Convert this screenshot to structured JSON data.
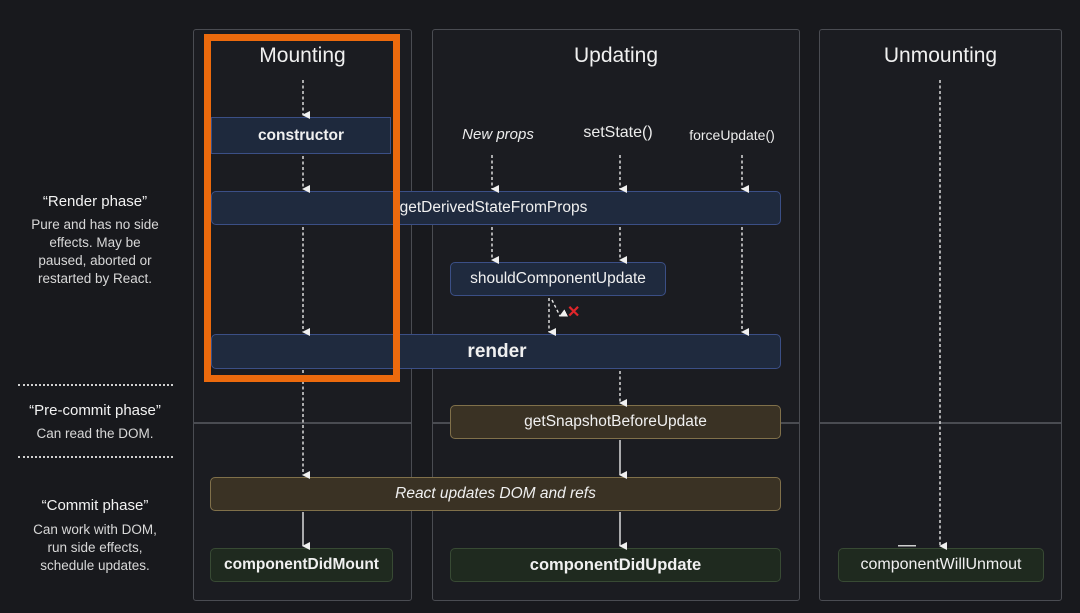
{
  "sidebar": {
    "render_phase": {
      "title": "“Render phase”",
      "lines": [
        "Pure and has no side",
        "effects. May be",
        "paused, aborted or",
        "restarted by React."
      ]
    },
    "precommit_phase": {
      "title": "“Pre-commit phase”",
      "lines": [
        "Can read the DOM."
      ]
    },
    "commit_phase": {
      "title": "“Commit phase”",
      "lines": [
        "Can work with DOM,",
        "run side effects,",
        "schedule updates."
      ]
    }
  },
  "columns": {
    "mounting": {
      "title": "Mounting"
    },
    "updating": {
      "title": "Updating"
    },
    "unmounting": {
      "title": "Unmounting"
    }
  },
  "triggers": {
    "new_props": "New props",
    "set_state": "setState()",
    "force_update": "forceUpdate()"
  },
  "nodes": {
    "constructor": "constructor",
    "get_derived_state_from_props": "getDerivedStateFromProps",
    "should_component_update": "shouldComponentUpdate",
    "render": "render",
    "get_snapshot_before_update": "getSnapshotBeforeUpdate",
    "react_updates_dom": "React updates DOM and refs",
    "component_did_mount": "componentDidMount",
    "component_did_update": "componentDidUpdate",
    "component_will_unmount": "componentWillUnmout"
  },
  "markers": {
    "reject": "✕"
  },
  "colors": {
    "highlight": "#ec6a0d",
    "reject": "#e0262b"
  }
}
